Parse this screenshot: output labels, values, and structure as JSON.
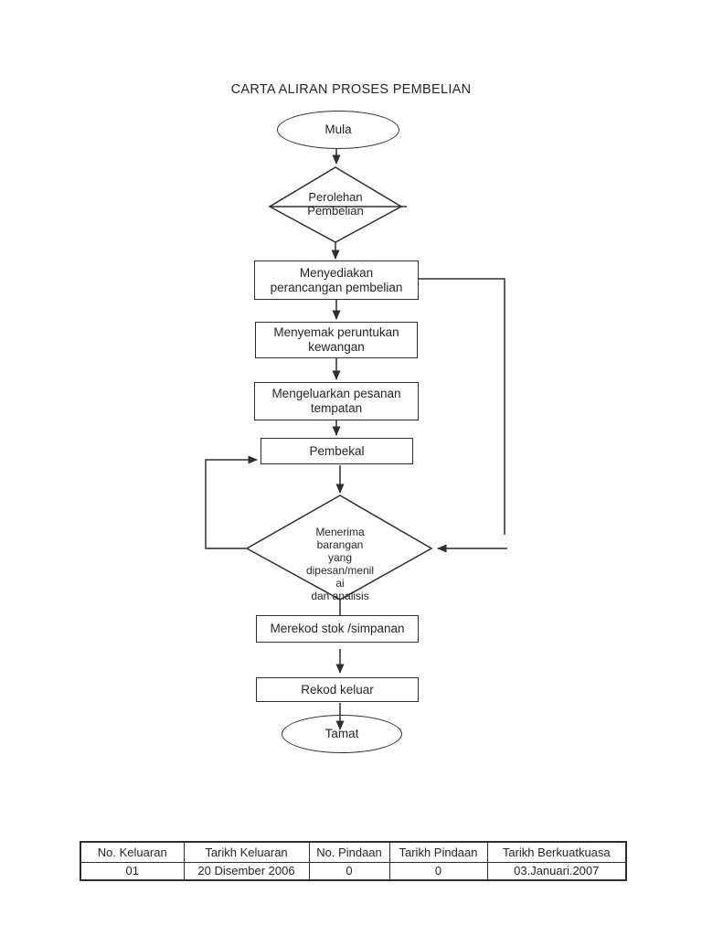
{
  "page": {
    "title": "CARTA ALIRAN PROSES PEMBELIAN"
  },
  "colors": {
    "ink": "#262626",
    "stroke": "#2e2e2e",
    "background": "#ffffff"
  },
  "flowchart": {
    "start": {
      "label": "Mula"
    },
    "decision1": {
      "line1": "Perolehan",
      "line2": "Pembelian"
    },
    "step1": {
      "line1": "Menyediakan",
      "line2": "perancangan pembelian"
    },
    "step2": {
      "line1": "Menyemak peruntukan",
      "line2": "kewangan"
    },
    "step3": {
      "line1": "Mengeluarkan pesanan",
      "line2": "tempatan"
    },
    "step4": {
      "label": "Pembekal"
    },
    "decision2": {
      "lines": [
        "Menerima",
        "barangan",
        "yang",
        "dipesan/menil",
        "ai",
        "dan analisis"
      ]
    },
    "step5": {
      "label": "Merekod stok /simpanan"
    },
    "step6": {
      "label": "Rekod keluar"
    },
    "end": {
      "label": "Tamat"
    }
  },
  "table": {
    "headers": [
      "No. Keluaran",
      "Tarikh Keluaran",
      "No. Pindaan",
      "Tarikh Pindaan",
      "Tarikh Berkuatkuasa"
    ],
    "row": [
      "01",
      "20 Disember 2006",
      "0",
      "0",
      "03.Januari.2007"
    ]
  }
}
